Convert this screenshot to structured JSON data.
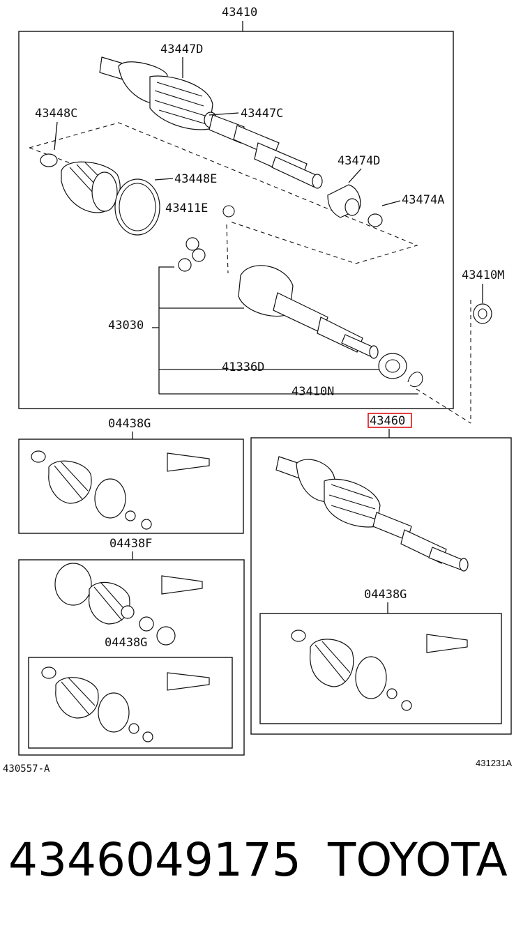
{
  "diagram": {
    "labels": {
      "assy_main": "43410",
      "boot_outer": "43447D",
      "clamp_a": "43448C",
      "clamp_b": "43447C",
      "clamp_e": "43448E",
      "damper": "43474D",
      "damper_clamp": "43474A",
      "snap_ring": "43411E",
      "inner_joint": "43030",
      "bearing": "41336D",
      "ring_n": "43410N",
      "seal_m": "43410M",
      "highlighted_part": "43460",
      "kit_g1": "04438G",
      "kit_f": "04438F",
      "kit_g2": "04438G",
      "kit_g3": "04438G",
      "ref_left": "430557-A",
      "ref_right": "431231A"
    }
  },
  "footer": {
    "part_number": "4346049175",
    "brand": "TOYOTA"
  }
}
